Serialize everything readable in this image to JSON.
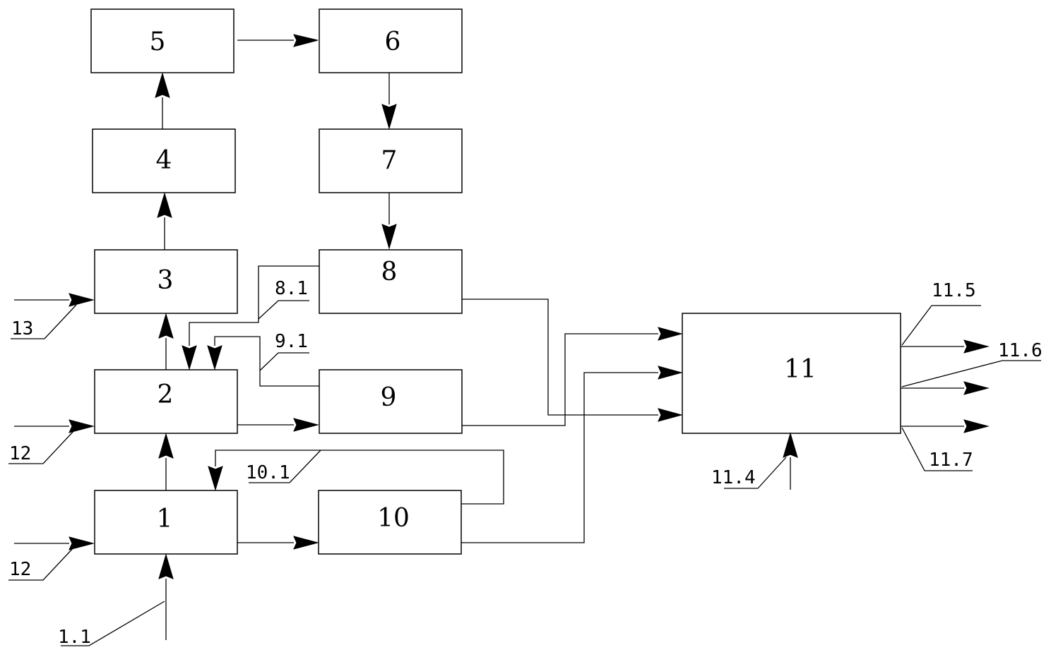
{
  "diagram": {
    "blocks": [
      {
        "id": "b1",
        "label": "1"
      },
      {
        "id": "b2",
        "label": "2"
      },
      {
        "id": "b3",
        "label": "3"
      },
      {
        "id": "b4",
        "label": "4"
      },
      {
        "id": "b5",
        "label": "5"
      },
      {
        "id": "b6",
        "label": "6"
      },
      {
        "id": "b7",
        "label": "7"
      },
      {
        "id": "b8",
        "label": "8"
      },
      {
        "id": "b9",
        "label": "9"
      },
      {
        "id": "b10",
        "label": "10"
      },
      {
        "id": "b11",
        "label": "11"
      }
    ],
    "callouts": {
      "c13": "13",
      "c12a": "12",
      "c12b": "12",
      "c1_1": "1.1",
      "c8_1": "8.1",
      "c9_1": "9.1",
      "c10_1": "10.1",
      "c11_4": "11.4",
      "c11_5": "11.5",
      "c11_6": "11.6",
      "c11_7": "11.7"
    },
    "connections": [
      {
        "from": "1",
        "to": "2"
      },
      {
        "from": "2",
        "to": "3"
      },
      {
        "from": "3",
        "to": "4"
      },
      {
        "from": "4",
        "to": "5"
      },
      {
        "from": "5",
        "to": "6"
      },
      {
        "from": "6",
        "to": "7"
      },
      {
        "from": "7",
        "to": "8"
      },
      {
        "from": "8",
        "to": "2"
      },
      {
        "from": "9",
        "to": "2"
      },
      {
        "from": "10",
        "to": "1"
      },
      {
        "from": "1",
        "to": "10"
      },
      {
        "from": "2",
        "to": "9"
      },
      {
        "from": "8",
        "to": "11"
      },
      {
        "from": "9",
        "to": "11"
      },
      {
        "from": "10",
        "to": "11"
      }
    ]
  }
}
